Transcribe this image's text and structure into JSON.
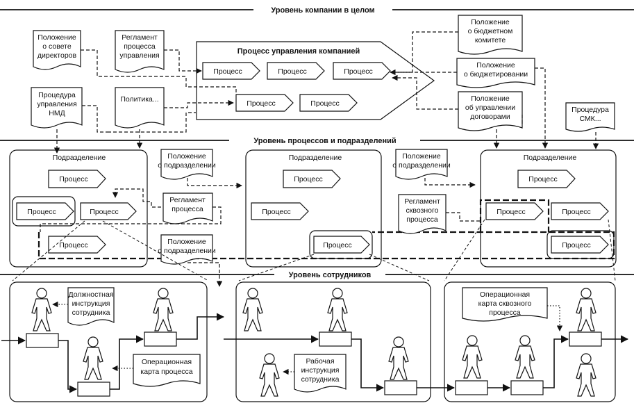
{
  "levels": {
    "company": "Уровень компании в целом",
    "processes": "Уровень процессов и подразделений",
    "employees": "Уровень сотрудников"
  },
  "company": {
    "main_title": "Процесс управления компанией",
    "process_label": "Процесс",
    "docs": {
      "board": [
        "Положение",
        "о совете",
        "директоров"
      ],
      "reglament": [
        "Регламент",
        "процесса",
        "управления"
      ],
      "nmd": [
        "Процедура",
        "управления",
        "НМД"
      ],
      "policy": [
        "Политика..."
      ],
      "budget_committee": [
        "Положение",
        "о бюджетном",
        "комитете"
      ],
      "budgeting": [
        "Положение",
        "о бюджетировании"
      ],
      "contracts": [
        "Положение",
        "об управлении",
        "договорами"
      ],
      "smk": [
        "Процедура",
        "СМК..."
      ]
    }
  },
  "processes_level": {
    "department": "Подразделение",
    "process_label": "Процесс",
    "docs": {
      "dept_reg_1": [
        "Положение",
        "о подразделении"
      ],
      "proc_reg": [
        "Регламент",
        "процесса"
      ],
      "dept_reg_2": [
        "Положение",
        "о подразделении"
      ],
      "dept_reg_3": [
        "Положение",
        "о подразделении"
      ],
      "e2e_reg": [
        "Регламент",
        "сквозного",
        "процесса"
      ]
    }
  },
  "employees_level": {
    "docs": {
      "job_desc": [
        "Должностная",
        "инструкция",
        "сотрудника"
      ],
      "op_map": [
        "Операционная",
        "карта процесса"
      ],
      "work_instr": [
        "Рабочая",
        "инструкция",
        "сотрудника"
      ],
      "e2e_map": [
        "Операционная",
        "карта сквозного",
        "процесса"
      ]
    }
  }
}
